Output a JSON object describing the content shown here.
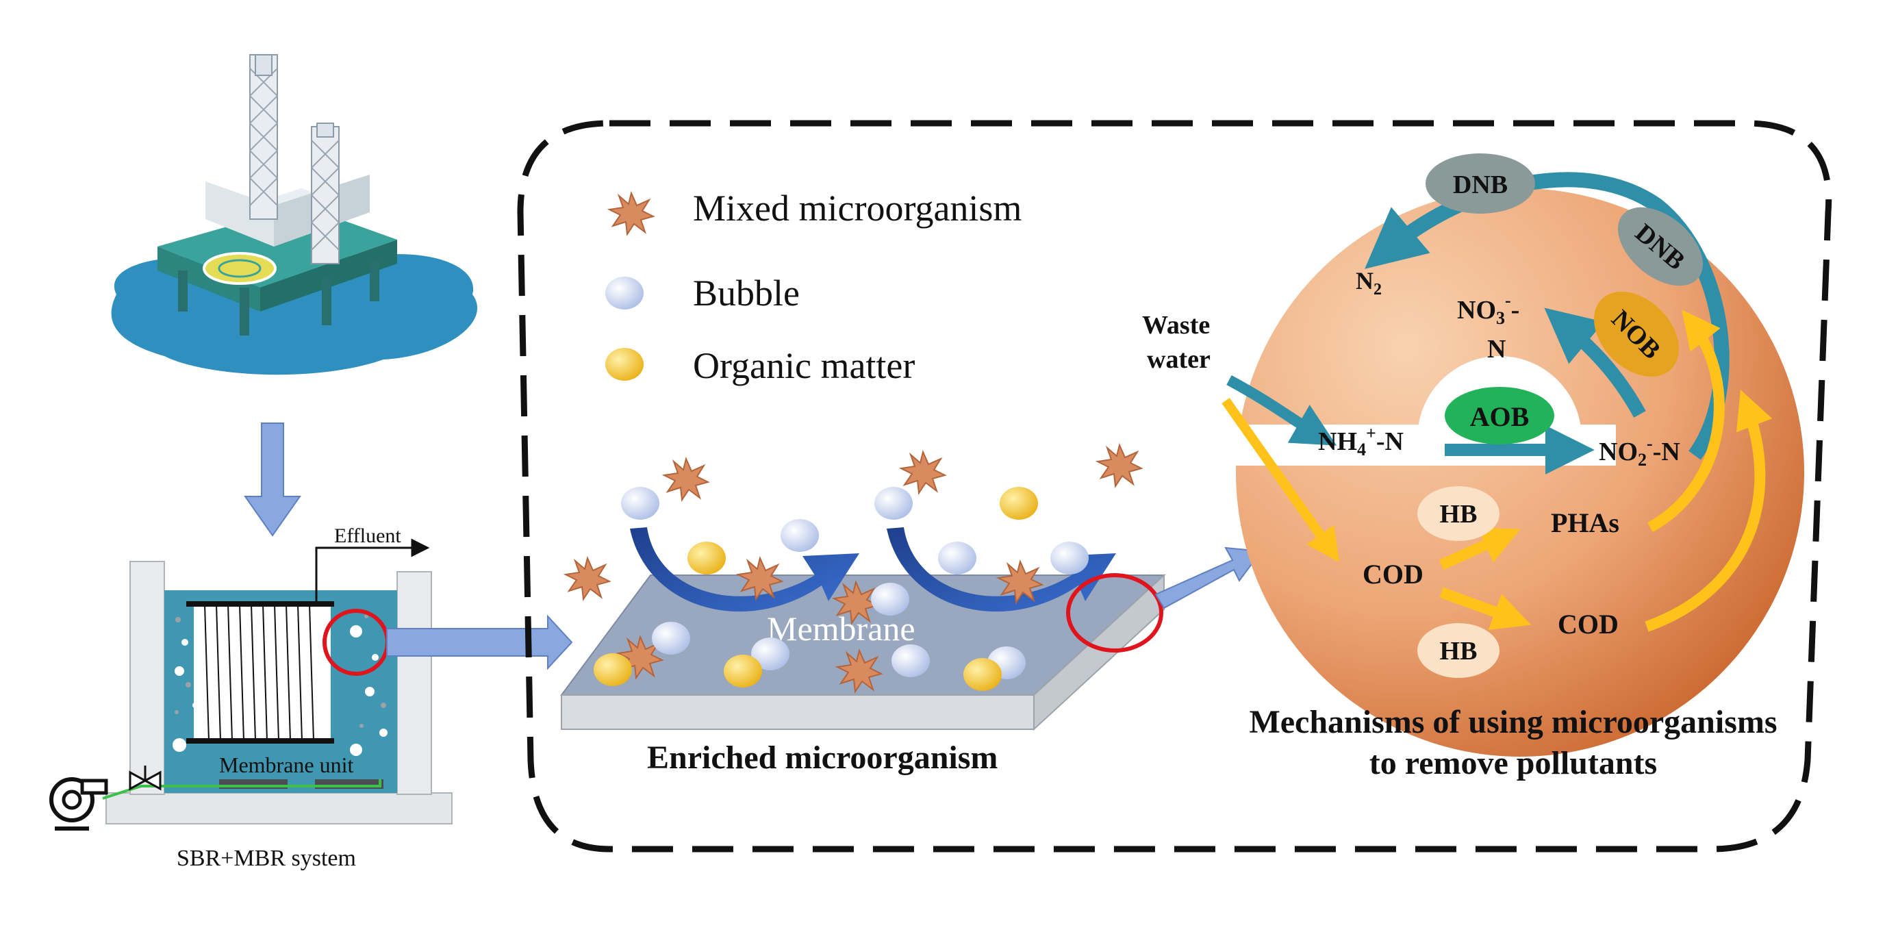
{
  "colors": {
    "sea": "#2f8fbf",
    "tank_water": "#3f97b2",
    "arrow_blue": "#8aa8e0",
    "membrane_top": "#9aa8bf",
    "cell_light": "#f4c29a",
    "cell_dark": "#c86a30",
    "cycle_arrow": "#2f8fa8",
    "yellow_arrow": "#ffc21a",
    "red_circle": "#e0141c",
    "aob": "#22b35a",
    "nob": "#e6a320",
    "dnb": "#8a9a98"
  },
  "icons": {
    "platform": "offshore-platform-icon",
    "blower": "blower-icon",
    "valve": "valve-icon",
    "microorganism": "spiky-microorganism-icon",
    "bubble": "bubble-icon",
    "organic": "organic-matter-icon"
  },
  "system": {
    "effluent": "Effluent",
    "membrane_unit": "Membrane unit",
    "caption": "SBR+MBR system"
  },
  "legend": {
    "microorganism": "Mixed microorganism",
    "bubble": "Bubble",
    "organic": "Organic matter"
  },
  "membrane": {
    "label": "Membrane",
    "caption": "Enriched microorganism"
  },
  "mechanism": {
    "waste_water_1": "Waste",
    "waste_water_2": "water",
    "n2": "N",
    "n2_sub": "2",
    "no3_line1": "NO",
    "no3_sub": "3",
    "no3_sup": "-",
    "no3_tail": "-",
    "no3_line2": "N",
    "nh4": "NH",
    "nh4_sub": "4",
    "nh4_sup": "+",
    "nh4_tail": "-N",
    "no2": "NO",
    "no2_sub": "2",
    "no2_sup": "-",
    "no2_tail": "-N",
    "aob": "AOB",
    "nob": "NOB",
    "dnb_top": "DNB",
    "dnb_right": "DNB",
    "hb_top": "HB",
    "hb_bottom": "HB",
    "cod_left": "COD",
    "cod_right": "COD",
    "phas": "PHAs",
    "caption_line1": "Mechanisms of using microorganisms",
    "caption_line2": "to remove pollutants"
  }
}
